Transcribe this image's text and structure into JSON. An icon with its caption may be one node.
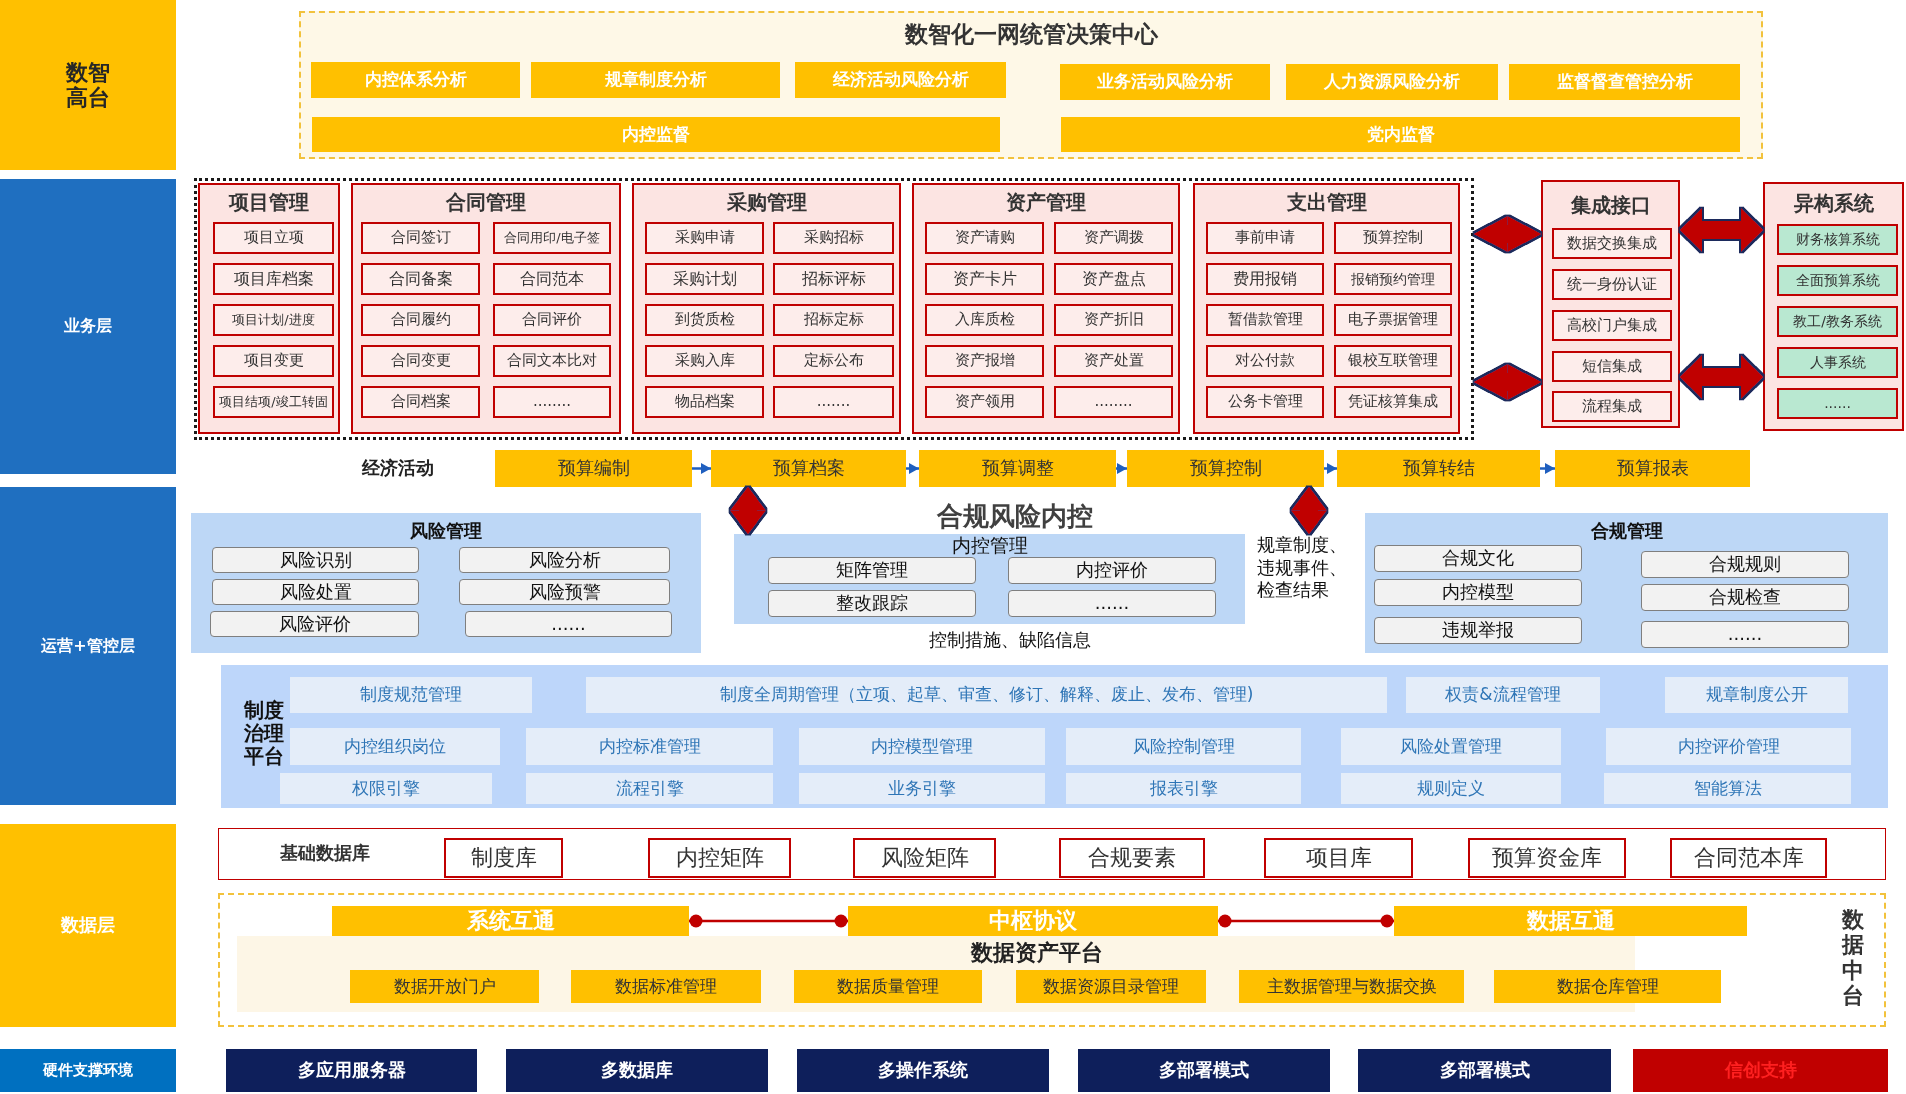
{
  "diagram": {
    "nodes": [
      {
        "text": [
          "数智高台"
        ]
      },
      {
        "text": [
          "数智化一网统管决策中心"
        ]
      },
      {
        "text": [
          "内控体系分析"
        ],
        "in": 1
      },
      {
        "text": [
          "规章制度分析"
        ],
        "in": 1
      },
      {
        "text": [
          "经济活动风险分析"
        ],
        "in": 1
      },
      {
        "text": [
          "业务活动风险分析"
        ],
        "in": 1
      },
      {
        "text": [
          "人力资源风险分析"
        ],
        "in": 1
      },
      {
        "text": [
          "监督督查管控分析"
        ],
        "in": 1
      },
      {
        "text": [
          "内控监督"
        ],
        "in": 1
      },
      {
        "text": [
          "党内监督"
        ],
        "in": 1
      },
      {
        "text": [
          "业务层"
        ]
      },
      {
        "text": [],
        "shape": "box"
      },
      {
        "text": [
          "项目管理"
        ],
        "in": 11
      },
      {
        "text": [
          "项目立项"
        ],
        "in": 12
      },
      {
        "text": [
          "项目库档案"
        ],
        "in": 12
      },
      {
        "text": [
          "项目计划/进度"
        ],
        "in": 12
      },
      {
        "text": [
          "项目变更"
        ],
        "in": 12
      },
      {
        "text": [
          "项目结项/竣工转固"
        ],
        "in": 12
      },
      {
        "text": [
          "合同管理"
        ],
        "in": 11
      },
      {
        "text": [
          "合同签订"
        ],
        "in": 18
      },
      {
        "text": [
          "合同用印/电子签"
        ],
        "in": 18
      },
      {
        "text": [
          "合同备案"
        ],
        "in": 18
      },
      {
        "text": [
          "合同范本"
        ],
        "in": 18
      },
      {
        "text": [
          "合同履约"
        ],
        "in": 18
      },
      {
        "text": [
          "合同评价"
        ],
        "in": 18
      },
      {
        "text": [
          "合同变更"
        ],
        "in": 18
      },
      {
        "text": [
          "合同文本比对"
        ],
        "in": 18
      },
      {
        "text": [
          "合同档案"
        ],
        "in": 18
      },
      {
        "text": [
          "........"
        ],
        "in": 18
      },
      {
        "text": [
          "采购管理"
        ],
        "in": 11
      },
      {
        "text": [
          "采购申请"
        ],
        "in": 29
      },
      {
        "text": [
          "采购招标"
        ],
        "in": 29
      },
      {
        "text": [
          "采购计划"
        ],
        "in": 29
      },
      {
        "text": [
          "招标评标"
        ],
        "in": 29
      },
      {
        "text": [
          "到货质检"
        ],
        "in": 29
      },
      {
        "text": [
          "招标定标"
        ],
        "in": 29
      },
      {
        "text": [
          "采购入库"
        ],
        "in": 29
      },
      {
        "text": [
          "定标公布"
        ],
        "in": 29
      },
      {
        "text": [
          "物品档案"
        ],
        "in": 29
      },
      {
        "text": [
          "......."
        ],
        "in": 29
      },
      {
        "text": [
          "资产管理"
        ],
        "in": 11
      },
      {
        "text": [
          "资产请购"
        ],
        "in": 40
      },
      {
        "text": [
          "资产调拨"
        ],
        "in": 40
      },
      {
        "text": [
          "资产卡片"
        ],
        "in": 40
      },
      {
        "text": [
          "资产盘点"
        ],
        "in": 40
      },
      {
        "text": [
          "入库质检"
        ],
        "in": 40
      },
      {
        "text": [
          "资产折旧"
        ],
        "in": 40
      },
      {
        "text": [
          "资产报增"
        ],
        "in": 40
      },
      {
        "text": [
          "资产处置"
        ],
        "in": 40
      },
      {
        "text": [
          "资产领用"
        ],
        "in": 40
      },
      {
        "text": [
          "........"
        ],
        "in": 40
      },
      {
        "text": [
          "支出管理"
        ],
        "in": 11
      },
      {
        "text": [
          "事前申请"
        ],
        "in": 51
      },
      {
        "text": [
          "预算控制"
        ],
        "in": 51
      },
      {
        "text": [
          "费用报销"
        ],
        "in": 51
      },
      {
        "text": [
          "报销预约管理"
        ],
        "in": 51
      },
      {
        "text": [
          "暂借款管理"
        ],
        "in": 51
      },
      {
        "text": [
          "电子票据管理"
        ],
        "in": 51
      },
      {
        "text": [
          "对公付款"
        ],
        "in": 51
      },
      {
        "text": [
          "银校互联管理"
        ],
        "in": 51
      },
      {
        "text": [
          "公务卡管理"
        ],
        "in": 51
      },
      {
        "text": [
          "凭证核算集成"
        ],
        "in": 51
      },
      {
        "text": [
          "集成接口"
        ]
      },
      {
        "text": [
          "数据交换集成"
        ],
        "in": 62
      },
      {
        "text": [
          "统一身份认证"
        ],
        "in": 62
      },
      {
        "text": [
          "高校门户集成"
        ],
        "in": 62
      },
      {
        "text": [
          "短信集成"
        ],
        "in": 62
      },
      {
        "text": [
          "流程集成"
        ],
        "in": 62
      },
      {
        "text": [
          "异构系统"
        ]
      },
      {
        "text": [
          "财务核算系统"
        ],
        "in": 68
      },
      {
        "text": [
          "全面预算系统"
        ],
        "in": 68
      },
      {
        "text": [
          "教工/教务系统"
        ],
        "in": 68
      },
      {
        "text": [
          "人事系统"
        ],
        "in": 68
      },
      {
        "text": [
          "......"
        ],
        "in": 68
      },
      {
        "text": [
          "预算编制"
        ]
      },
      {
        "text": [
          "预算档案"
        ]
      },
      {
        "text": [
          "预算调整"
        ]
      },
      {
        "text": [
          "预算控制"
        ]
      },
      {
        "text": [
          "预算转结"
        ]
      },
      {
        "text": [
          "预算报表"
        ]
      },
      {
        "text": [
          "运营+管控层"
        ]
      },
      {
        "text": [
          "风险管理"
        ]
      },
      {
        "text": [
          "风险识别"
        ],
        "in": 81
      },
      {
        "text": [
          "风险分析"
        ],
        "in": 81
      },
      {
        "text": [
          "风险处置"
        ],
        "in": 81
      },
      {
        "text": [
          "风险预警"
        ],
        "in": 81
      },
      {
        "text": [
          "风险评价"
        ],
        "in": 81
      },
      {
        "text": [
          "......"
        ],
        "in": 81
      },
      {
        "text": [
          "内控管理"
        ]
      },
      {
        "text": [
          "矩阵管理"
        ],
        "in": 88
      },
      {
        "text": [
          "内控评价"
        ],
        "in": 88
      },
      {
        "text": [
          "整改跟踪"
        ],
        "in": 88
      },
      {
        "text": [
          "......"
        ],
        "in": 88
      },
      {
        "text": [
          "规章制度、违规事件、检查结果"
        ]
      },
      {
        "text": [
          "合规管理"
        ]
      },
      {
        "text": [
          "合规文化"
        ],
        "in": 94
      },
      {
        "text": [
          "合规规则"
        ],
        "in": 94
      },
      {
        "text": [
          "内控模型"
        ],
        "in": 94
      },
      {
        "text": [
          "合规检查"
        ],
        "in": 94
      },
      {
        "text": [
          "违规举报"
        ],
        "in": 94
      },
      {
        "text": [
          "......"
        ],
        "in": 94
      },
      {
        "text": [
          "制度治理平台"
        ]
      },
      {
        "text": [
          "制度规范管理"
        ],
        "in": 101
      },
      {
        "text": [
          "制度全周期管理（立项、起草、审查、修订、解释、废止、发布、管理)"
        ],
        "in": 101
      },
      {
        "text": [
          "权责&流程管理"
        ],
        "in": 101
      },
      {
        "text": [
          "规章制度公开"
        ],
        "in": 101
      },
      {
        "text": [
          "内控组织岗位"
        ],
        "in": 101
      },
      {
        "text": [
          "内控标准管理"
        ],
        "in": 101
      },
      {
        "text": [
          "内控模型管理"
        ],
        "in": 101
      },
      {
        "text": [
          "风险控制管理"
        ],
        "in": 101
      },
      {
        "text": [
          "风险处置管理"
        ],
        "in": 101
      },
      {
        "text": [
          "内控评价管理"
        ],
        "in": 101
      },
      {
        "text": [
          "权限引擎"
        ],
        "in": 101
      },
      {
        "text": [
          "流程引擎"
        ],
        "in": 101
      },
      {
        "text": [
          "业务引擎"
        ],
        "in": 101
      },
      {
        "text": [
          "报表引擎"
        ],
        "in": 101
      },
      {
        "text": [
          "规则定义"
        ],
        "in": 101
      },
      {
        "text": [
          "智能算法"
        ],
        "in": 101
      },
      {
        "text": [
          "数据层"
        ]
      },
      {
        "text": [
          "基础数据库"
        ]
      },
      {
        "text": [
          "制度库"
        ],
        "in": 119
      },
      {
        "text": [
          "内控矩阵"
        ],
        "in": 119
      },
      {
        "text": [
          "风险矩阵"
        ],
        "in": 119
      },
      {
        "text": [
          "合规要素"
        ],
        "in": 119
      },
      {
        "text": [
          "项目库"
        ],
        "in": 119
      },
      {
        "text": [
          "预算资金库"
        ],
        "in": 119
      },
      {
        "text": [
          "合同范本库"
        ],
        "in": 119
      },
      {
        "text": [
          "数据中台"
        ]
      },
      {
        "text": [
          "系统互通"
        ],
        "in": 127
      },
      {
        "text": [
          "中枢协议"
        ],
        "in": 127
      },
      {
        "text": [
          "数据互通"
        ],
        "in": 127
      },
      {
        "text": [
          "数据资产平台"
        ],
        "in": 127
      },
      {
        "text": [
          "数据开放门户"
        ],
        "in": 131
      },
      {
        "text": [
          "数据标准管理"
        ],
        "in": 131
      },
      {
        "text": [
          "数据质量管理"
        ],
        "in": 131
      },
      {
        "text": [
          "数据资源目录管理"
        ],
        "in": 131
      },
      {
        "text": [
          "主数据管理与数据交换"
        ],
        "in": 131
      },
      {
        "text": [
          "数据仓库管理"
        ],
        "in": 127
      },
      {
        "text": [
          "硬件支撑环境"
        ]
      },
      {
        "text": [
          "多应用服务器"
        ]
      },
      {
        "text": [
          "多数据库"
        ]
      },
      {
        "text": [
          "多操作系统"
        ]
      },
      {
        "text": [
          "多部署模式"
        ]
      },
      {
        "text": [
          "多部署模式"
        ]
      },
      {
        "text": [
          "信创支持"
        ]
      }
    ],
    "edges": [
      {
        "from": 11,
        "to": 62,
        "arrow": "both",
        "style": "thick"
      },
      {
        "from": 11,
        "to": 62,
        "arrow": "both",
        "style": "thick"
      },
      {
        "from": 62,
        "to": 68,
        "arrow": "both",
        "style": "thick"
      },
      {
        "from": 62,
        "to": 68,
        "arrow": "both",
        "style": "thick"
      },
      {
        "from": 74,
        "to": 75,
        "arrow": "to",
        "color": "#1f5fbf"
      },
      {
        "from": 75,
        "to": 76,
        "arrow": "to",
        "color": "#1f5fbf"
      },
      {
        "from": 76,
        "to": 77,
        "arrow": "to",
        "color": "#1f5fbf"
      },
      {
        "from": 77,
        "to": 78,
        "arrow": "to",
        "color": "#1f5fbf"
      },
      {
        "from": 78,
        "to": 79,
        "arrow": "to",
        "color": "#1f5fbf"
      },
      {
        "from": 75,
        "to": 88,
        "arrow": "both",
        "style": "thick"
      },
      {
        "from": 77,
        "to": 93,
        "arrow": "both",
        "style": "thick"
      },
      {
        "from": 128,
        "to": 129,
        "arrow": "other"
      },
      {
        "from": 129,
        "to": 130,
        "arrow": "other"
      }
    ],
    "labels": [
      "经济活动",
      "合规风险内控",
      "控制措施、缺陷信息"
    ]
  }
}
